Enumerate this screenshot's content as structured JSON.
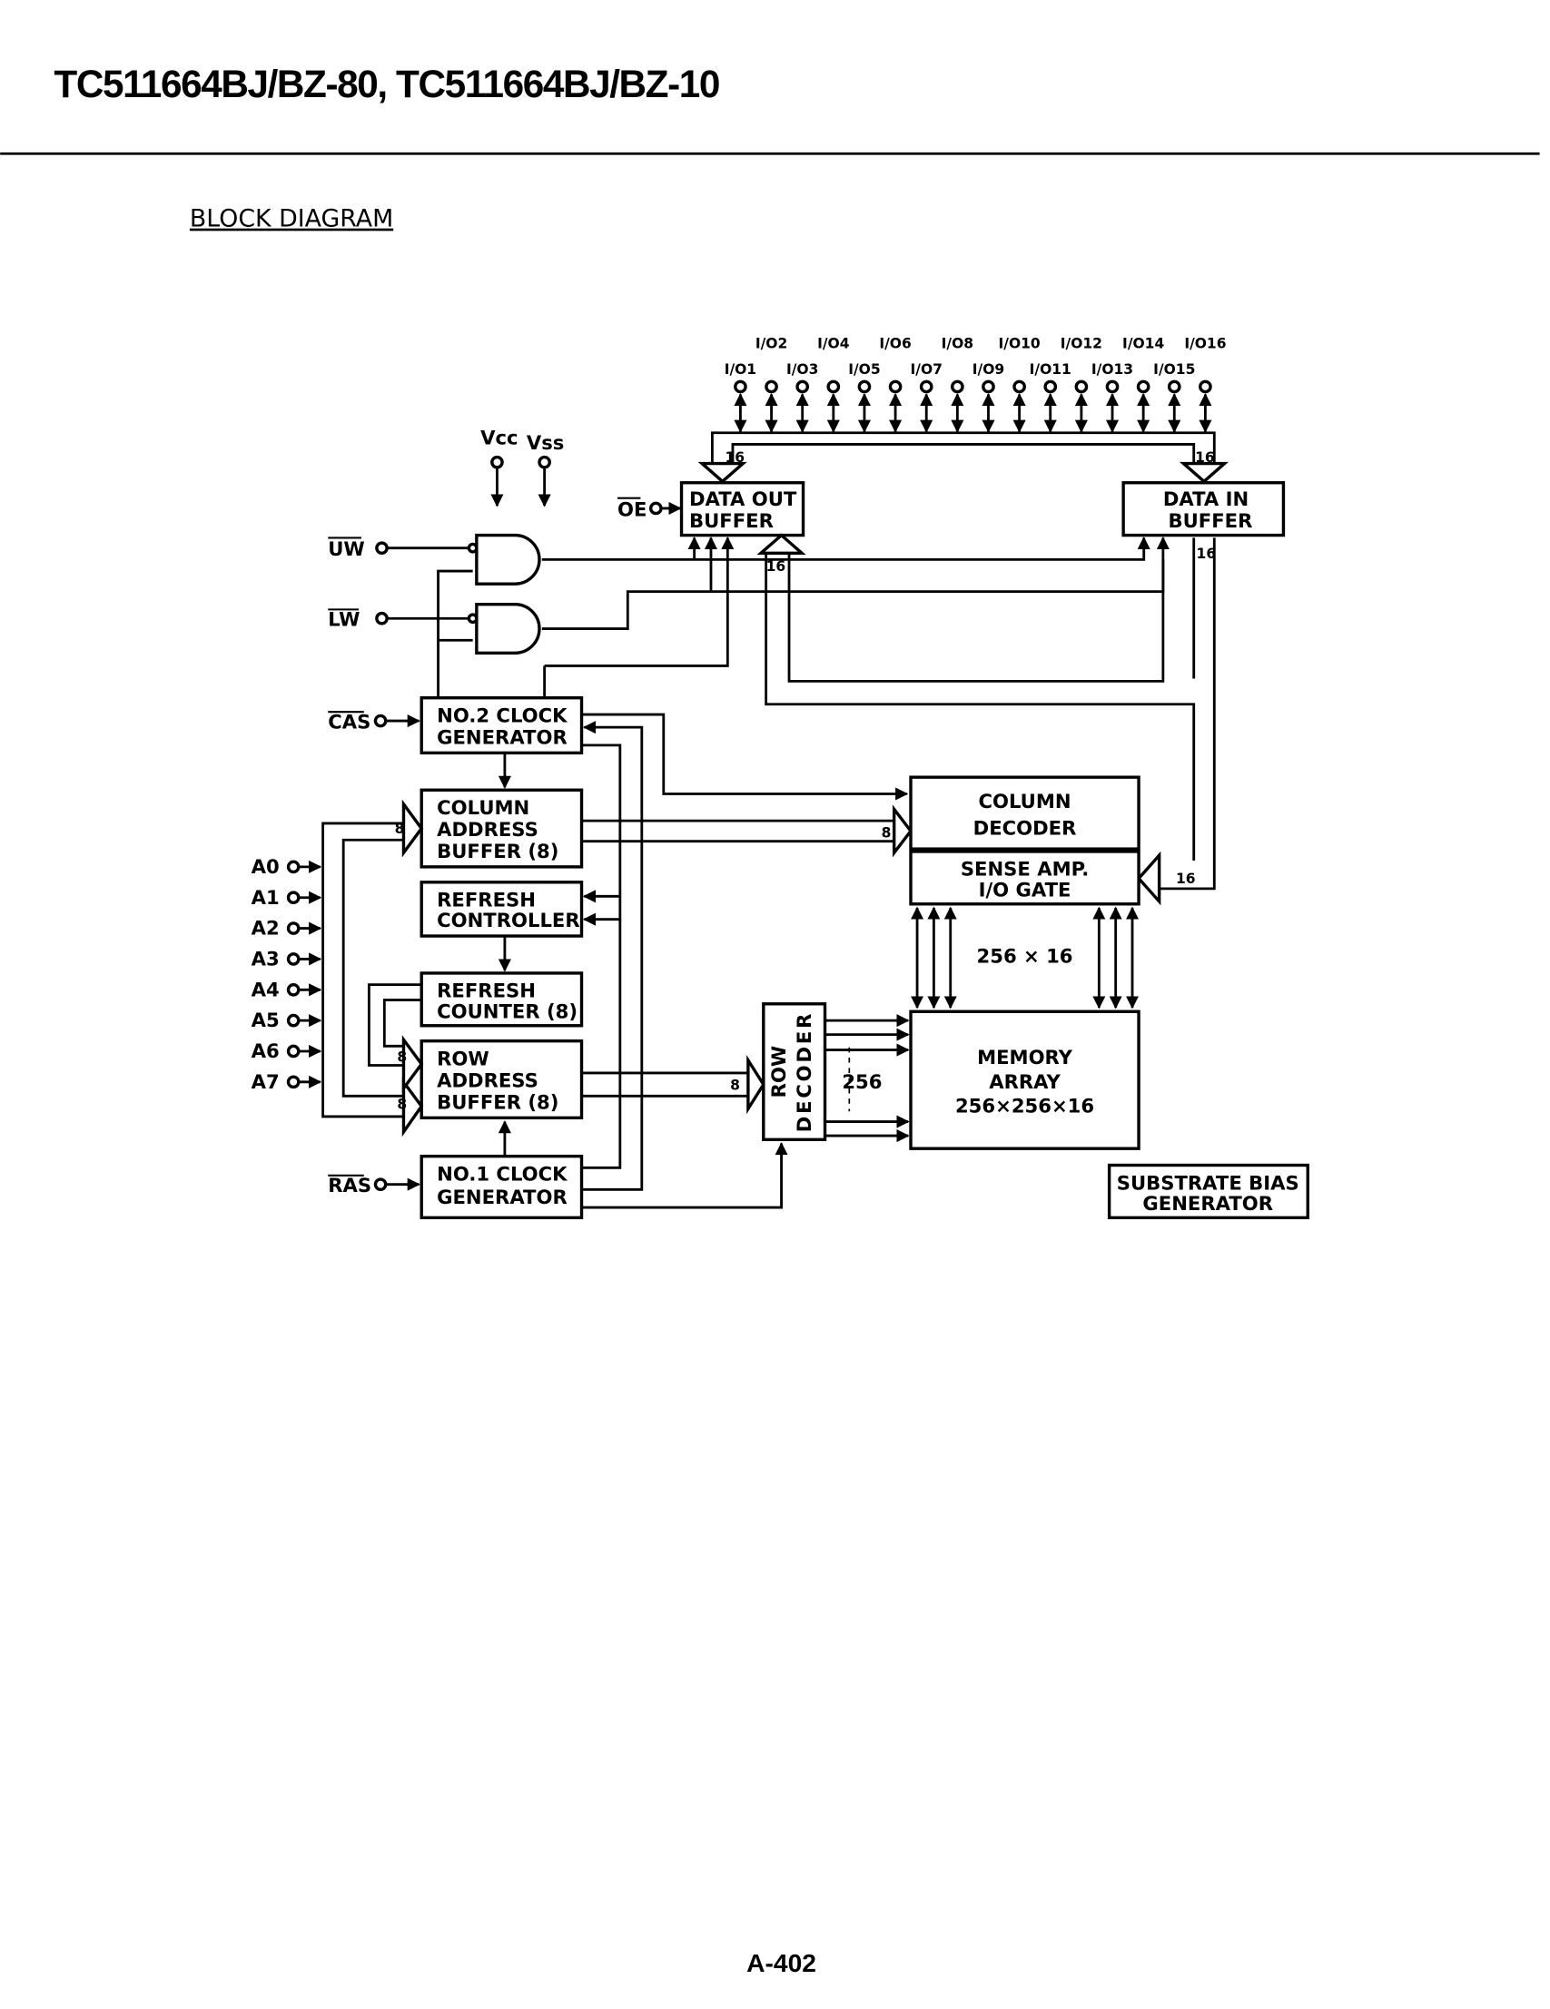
{
  "header": {
    "title": "TC511664BJ/BZ-80, TC511664BJ/BZ-10"
  },
  "section": {
    "title": "BLOCK DIAGRAM"
  },
  "diagram": {
    "io_pins": [
      "I/O1",
      "I/O2",
      "I/O3",
      "I/O4",
      "I/O5",
      "I/O6",
      "I/O7",
      "I/O8",
      "I/O9",
      "I/O10",
      "I/O11",
      "I/O12",
      "I/O13",
      "I/O14",
      "I/O15",
      "I/O16"
    ],
    "power": {
      "vcc": "Vcc",
      "vss": "Vss"
    },
    "signals": {
      "oe": "OE",
      "uw": "UW",
      "lw": "LW",
      "cas": "CAS",
      "ras": "RAS"
    },
    "address_pins": [
      "A0",
      "A1",
      "A2",
      "A3",
      "A4",
      "A5",
      "A6",
      "A7"
    ],
    "blocks": {
      "data_out": [
        "DATA OUT",
        "BUFFER"
      ],
      "data_in": [
        "DATA IN",
        "BUFFER"
      ],
      "clock2": [
        "NO.2 CLOCK",
        "GENERATOR"
      ],
      "col_addr": [
        "COLUMN",
        "ADDRESS",
        "BUFFER (8)"
      ],
      "refresh_ctrl": [
        "REFRESH",
        "CONTROLLER"
      ],
      "refresh_counter": [
        "REFRESH",
        "COUNTER (8)"
      ],
      "row_addr": [
        "ROW",
        "ADDRESS",
        "BUFFER (8)"
      ],
      "clock1": [
        "NO.1 CLOCK",
        "GENERATOR"
      ],
      "col_decoder": [
        "COLUMN",
        "DECODER"
      ],
      "sense_amp": [
        "SENSE AMP.",
        "I/O GATE"
      ],
      "row_decoder": [
        "ROW",
        "DECODER"
      ],
      "memory": [
        "MEMORY",
        "ARRAY",
        "256×256×16"
      ],
      "substrate": [
        "SUBSTRATE BIAS",
        "GENERATOR"
      ]
    },
    "bus_labels": {
      "io_bus": "16",
      "addr_bus": "8",
      "sense_bus": "256 × 16",
      "row_bus": "256"
    }
  },
  "footer": {
    "page_number": "A-402"
  }
}
